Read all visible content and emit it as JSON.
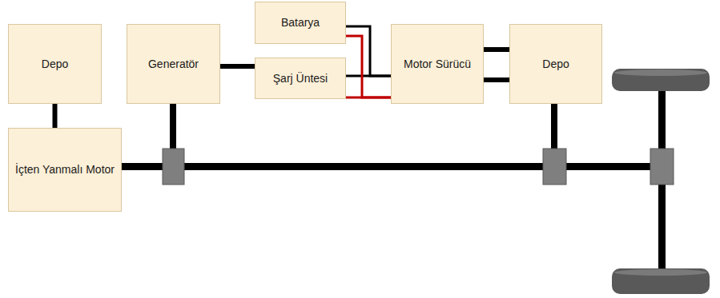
{
  "diagram": {
    "nodes": [
      {
        "text": [
          "Depo"
        ]
      },
      {
        "text": [
          "Generatör"
        ]
      },
      {
        "text": [
          "Batarya"
        ]
      },
      {
        "text": [
          "Şarj Üntesi"
        ]
      },
      {
        "text": [
          "Motor Sürücü"
        ]
      },
      {
        "text": [
          "Depo"
        ]
      },
      {
        "text": [
          "İçten Yanmalı Motor"
        ]
      }
    ],
    "edges": [
      {
        "from": 0,
        "to": 6,
        "arrow": "none"
      },
      {
        "from": 1,
        "to": 3,
        "arrow": "none"
      },
      {
        "from": 2,
        "to": 4,
        "arrow": "none"
      },
      {
        "from": 3,
        "to": 4,
        "arrow": "none"
      },
      {
        "from": 2,
        "to": 4,
        "arrow": "none"
      },
      {
        "from": 3,
        "to": 4,
        "arrow": "none"
      },
      {
        "from": 4,
        "to": 5,
        "arrow": "none"
      },
      {
        "from": 4,
        "to": 5,
        "arrow": "none"
      }
    ]
  }
}
